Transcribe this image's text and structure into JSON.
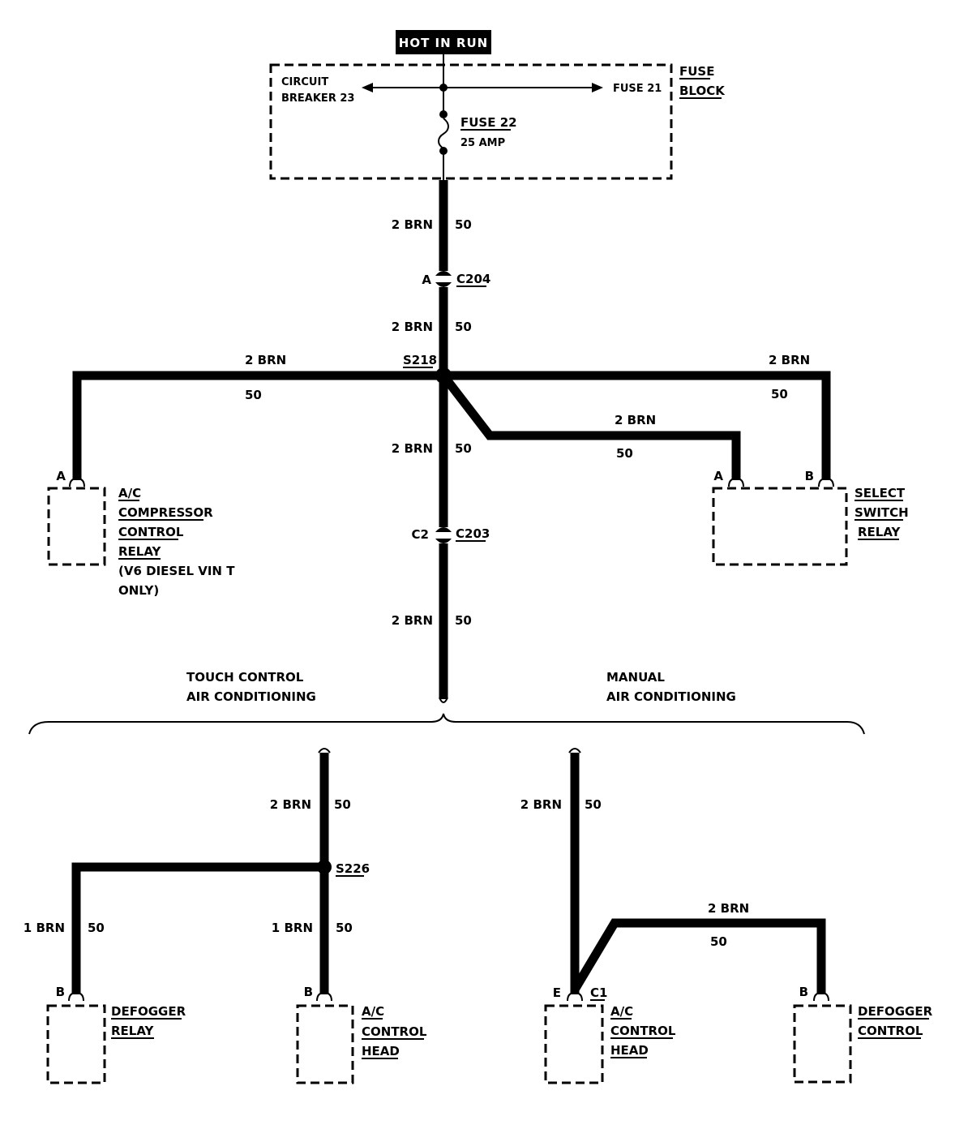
{
  "header": "HOT IN RUN",
  "fuse_block": {
    "label": [
      "FUSE",
      "BLOCK"
    ],
    "circuit_breaker": [
      "CIRCUIT",
      "BREAKER 23"
    ],
    "fuse21": "FUSE 21",
    "fuse22": "FUSE 22",
    "fuse22_rating": "25 AMP"
  },
  "wires": {
    "w1": {
      "gauge": "2 BRN",
      "circuit": "50"
    },
    "w2": {
      "gauge": "2 BRN",
      "circuit": "50"
    },
    "w_left": {
      "gauge": "2 BRN",
      "circuit": "50"
    },
    "w_right": {
      "gauge": "2 BRN",
      "circuit": "50"
    },
    "w_mid_right": {
      "gauge": "2 BRN",
      "circuit": "50"
    },
    "w_center": {
      "gauge": "2 BRN",
      "circuit": "50"
    },
    "w_low": {
      "gauge": "2 BRN",
      "circuit": "50"
    },
    "w_touch": {
      "gauge": "2 BRN",
      "circuit": "50"
    },
    "w_manual": {
      "gauge": "2 BRN",
      "circuit": "50"
    },
    "w_defog_relay": {
      "gauge": "1 BRN",
      "circuit": "50"
    },
    "w_ac_head_touch": {
      "gauge": "1 BRN",
      "circuit": "50"
    },
    "w_defog_ctrl": {
      "gauge": "2 BRN",
      "circuit": "50"
    }
  },
  "connectors": {
    "c204": {
      "pin": "A",
      "name": "C204"
    },
    "c203": {
      "pin": "C2",
      "name": "C203"
    },
    "s218": "S218",
    "s226": "S226"
  },
  "components": {
    "compressor_relay": {
      "pin": "A",
      "lines": [
        "A/C",
        "COMPRESSOR",
        "CONTROL",
        "RELAY"
      ],
      "note": [
        "(V6 DIESEL VIN T",
        "ONLY)"
      ]
    },
    "select_switch_relay": {
      "pins": [
        "A",
        "B"
      ],
      "lines": [
        "SELECT",
        "SWITCH",
        "RELAY"
      ]
    },
    "defogger_relay": {
      "pin": "B",
      "lines": [
        "DEFOGGER",
        "RELAY"
      ]
    },
    "ac_control_head_touch": {
      "pin": "B",
      "lines": [
        "A/C",
        "CONTROL",
        "HEAD"
      ]
    },
    "ac_control_head_manual": {
      "pin": "E",
      "connector": "C1",
      "lines": [
        "A/C",
        "CONTROL",
        "HEAD"
      ]
    },
    "defogger_control": {
      "pin": "B",
      "lines": [
        "DEFOGGER",
        "CONTROL"
      ]
    }
  },
  "sections": {
    "touch": [
      "TOUCH CONTROL",
      "AIR CONDITIONING"
    ],
    "manual": [
      "MANUAL",
      "AIR CONDITIONING"
    ]
  }
}
